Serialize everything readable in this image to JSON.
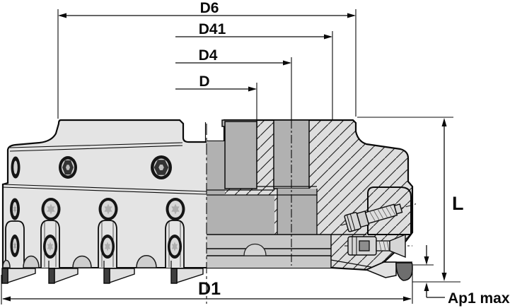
{
  "drawing": {
    "type": "technical-dimension-drawing",
    "subject": "indexable face milling cutter, half front view / half section",
    "labels": {
      "d6": "D6",
      "d41": "D41",
      "d4": "D4",
      "d": "D",
      "d1": "D1",
      "l": "L",
      "ap1_max": "Ap1 max"
    },
    "colors": {
      "background": "#ffffff",
      "outline": "#0a0a0a",
      "body_light": "#e4e4e4",
      "hatch_background": "#dedede",
      "section_dark": "#b1b1b1",
      "bands_gray": "#c7c7c7",
      "screw_gray": "#d6d6d6",
      "socket_gray": "#8d8d8d",
      "insert_dark": "#3f3f3f",
      "insert_tip": "#6e6e6e"
    }
  }
}
